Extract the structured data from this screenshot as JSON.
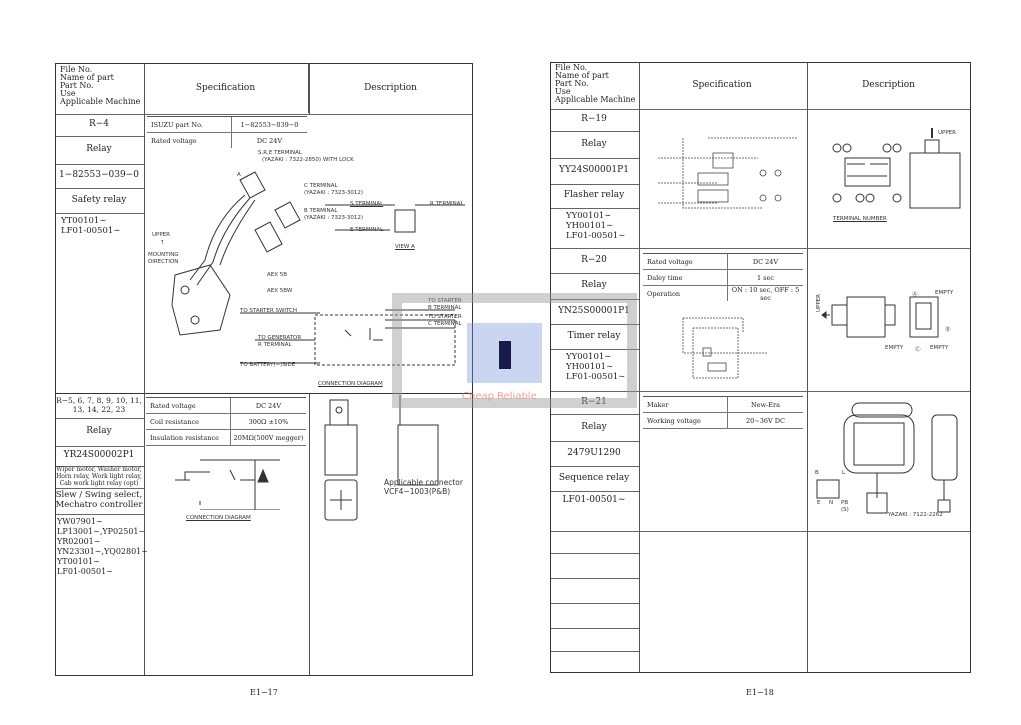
{
  "header": {
    "left_lines": [
      "File No.",
      "Name of part",
      "Part No.",
      "Use",
      "Applicable Machine"
    ],
    "specification": "Specification",
    "description": "Description"
  },
  "left_page": {
    "page_number": "E1−17",
    "r4": {
      "file": "R−4",
      "name": "Relay",
      "part": "1−82553−039−0",
      "use": "Safety relay",
      "machines": [
        "YT00101∼",
        "LF01-00501∼"
      ],
      "spec": [
        {
          "k": "ISUZU part No.",
          "v": "1−82553−039−0"
        },
        {
          "k": "Rated voltage",
          "v": "DC 24V"
        }
      ],
      "labels": {
        "sre": "S,R,E TERMINAL",
        "sre2": "(YAZAKI : 7322-2850) WITH LOCK",
        "c": "C TERMINAL",
        "c2": "(YAZAKI : 7323-3012)",
        "b": "B TERMINAL",
        "b2": "(YAZAKI : 7323-3012)",
        "s": "S TERMINAL",
        "r": "R TERMINAL",
        "e": "E TERMINAL",
        "view": "VIEW  A",
        "upper": "UPPER",
        "arrow": "↑",
        "mounting": "MOUNTING",
        "direction": "DIRECTION",
        "a": "A",
        "aex5b": "AEX 5B",
        "aex5bw": "AEX 5BW",
        "to_starter_switch": "TO STARTER SWITCH",
        "to_starter_b": "TO STARTER",
        "b_term": "B TERMINAL",
        "to_starter_c": "TO STARTER",
        "c_term": "C TERMINAL",
        "to_gen": "TO GENERATOR",
        "r_term": "R TERMINAL",
        "to_batt": "TO BATTERY(−)SIDE",
        "conn": "CONNECTION DIAGRAM"
      }
    },
    "r5": {
      "file": "R−5, 6, 7, 8, 9, 10, 11, 13, 14, 22, 23",
      "name": "Relay",
      "part": "YR24S00002P1",
      "use_small": [
        "Wiper motor, Washer motor,",
        "Horn relay, Work light relay,",
        "Cab work light relay (opt)"
      ],
      "use": [
        "Slew / Swing select,",
        "Mechatro controller"
      ],
      "machines": [
        "YW07901∼",
        "LP13001∼,YP02501∼",
        "YR02001∼",
        "YN23301∼,YQ02801∼",
        "YT00101∼",
        "LF01-00501∼"
      ],
      "spec": [
        {
          "k": "Rated voltage",
          "v": "DC 24V"
        },
        {
          "k": "Coil resistance",
          "v": "300Ω ±10%"
        },
        {
          "k": "Insulation resistance",
          "v": "20MΩ(500V megger)"
        }
      ],
      "conn": "CONNECTION DIAGRAM",
      "applicable": "Applicable connector",
      "connector": "VCF4−1003(P&B)"
    }
  },
  "right_page": {
    "page_number": "E1−18",
    "r19": {
      "file": "R−19",
      "name": "Relay",
      "part": "YY24S00001P1",
      "use": "Flasher relay",
      "machines": [
        "YY00101∼",
        "YH00101∼",
        "LF01-00501∼"
      ],
      "terminal_number": "TERMINAL NUMBER",
      "upper": "UPPER"
    },
    "r20": {
      "file": "R−20",
      "name": "Relay",
      "part": "YN25S00001P1",
      "use": "Timer relay",
      "machines": [
        "YY00101∼",
        "YH00101∼",
        "LF01-00501∼"
      ],
      "spec": [
        {
          "k": "Rated voltage",
          "v": "DC 24V"
        },
        {
          "k": "Daley time",
          "v": "1 sec"
        },
        {
          "k": "Operation",
          "v": "ON : 10 sec, OFF : 5 sec"
        }
      ],
      "labels": {
        "upper": "UPPER",
        "empty1": "EMPTY",
        "empty2": "EMPTY",
        "empty3": "EMPTY",
        "a": "Ⓐ",
        "b": "Ⓑ",
        "c": "Ⓒ"
      }
    },
    "r21": {
      "file": "R−21",
      "name": "Relay",
      "part": "2479U1290",
      "use": "Sequence relay",
      "machines": [
        "LF01-00501∼"
      ],
      "spec": [
        {
          "k": "Maker",
          "v": "New-Era"
        },
        {
          "k": "Working voltage",
          "v": "20∼36V DC"
        }
      ],
      "labels": {
        "b": "B",
        "l": "L",
        "e": "E",
        "n": "N",
        "pb": "PB",
        "s": "(S)",
        "yazaki": "YAZAKI : 7122-2262"
      }
    }
  },
  "watermark": {
    "text": "Cheap Reliable"
  }
}
